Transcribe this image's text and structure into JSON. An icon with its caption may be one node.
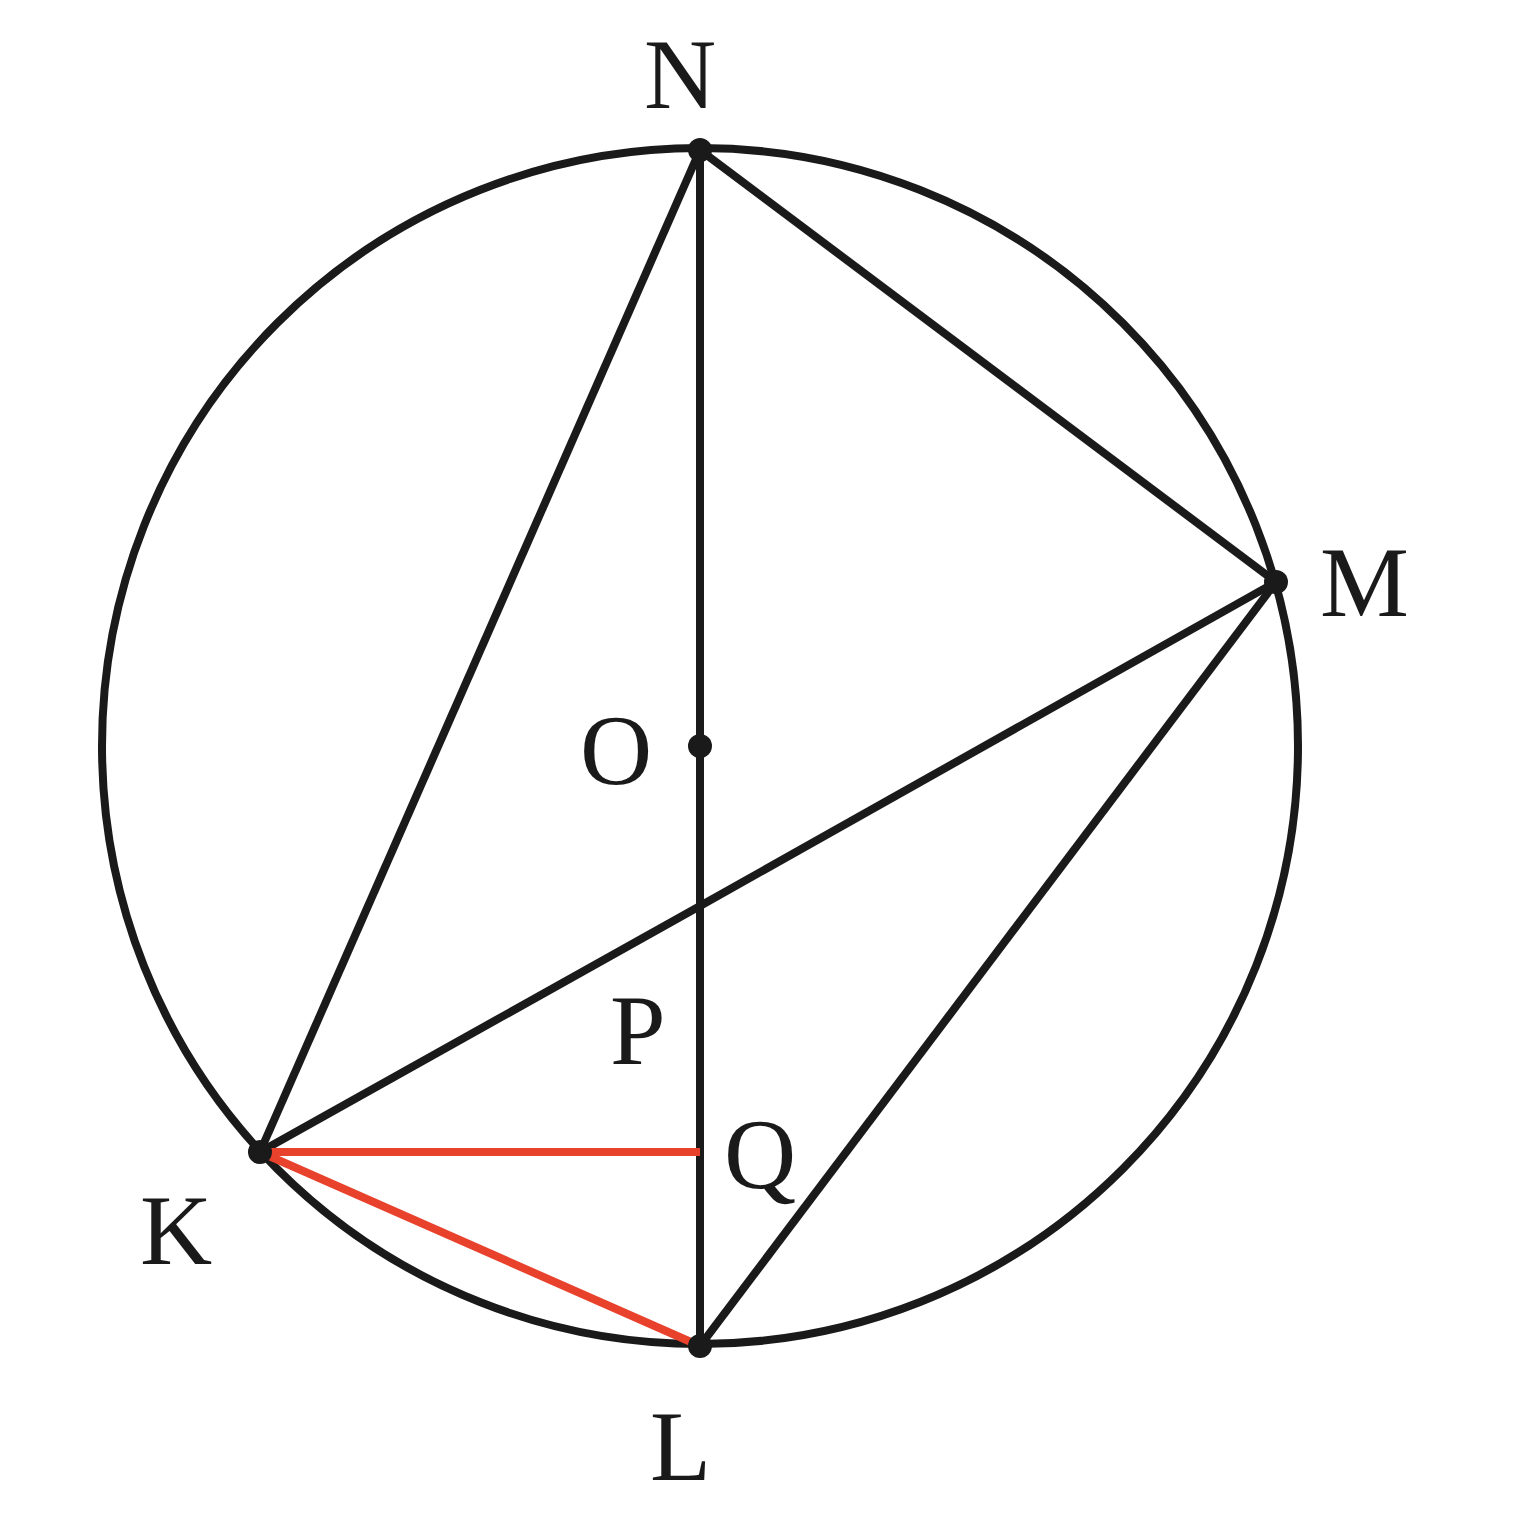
{
  "diagram": {
    "nodes": [
      {
        "text": [
          "N"
        ]
      },
      {
        "text": [
          "M"
        ]
      },
      {
        "text": [
          "O"
        ]
      },
      {
        "text": [
          "P"
        ]
      },
      {
        "text": [
          "Q"
        ]
      },
      {
        "text": [
          "K"
        ]
      },
      {
        "text": [
          "L"
        ]
      }
    ],
    "edges": [
      {
        "from": 0,
        "to": 5,
        "arrow": "none"
      },
      {
        "from": 0,
        "to": 1,
        "arrow": "none"
      },
      {
        "from": 0,
        "to": 2,
        "arrow": "none"
      },
      {
        "from": 2,
        "to": 3,
        "arrow": "none"
      },
      {
        "from": 3,
        "to": 4,
        "arrow": "none"
      },
      {
        "from": 4,
        "to": 6,
        "arrow": "none"
      },
      {
        "from": 5,
        "to": 3,
        "arrow": "none"
      },
      {
        "from": 3,
        "to": 1,
        "arrow": "none"
      },
      {
        "from": 1,
        "to": 6,
        "arrow": "none"
      },
      {
        "from": 5,
        "to": 4,
        "arrow": "none",
        "color": "#e8412c"
      },
      {
        "from": 5,
        "to": 6,
        "arrow": "none",
        "color": "#e8412c"
      }
    ]
  }
}
